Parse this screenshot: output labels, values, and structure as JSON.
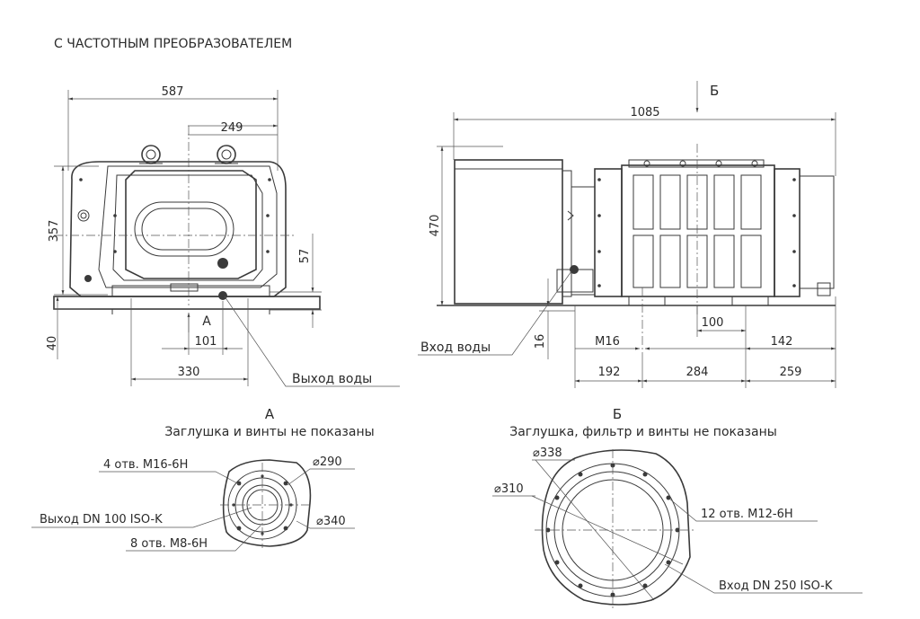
{
  "header": "С ЧАСТОТНЫМ ПРЕОБРАЗОВАТЕЛЕМ",
  "left_view": {
    "dim_width": "587",
    "dim_249": "249",
    "dim_height": "357",
    "dim_57": "57",
    "dim_40": "40",
    "dim_101": "101",
    "dim_330": "330",
    "label_A": "А",
    "water_out": "Выход воды"
  },
  "right_view": {
    "arrow_B": "Б",
    "dim_length": "1085",
    "dim_height": "470",
    "dim_16": "16",
    "thread": "М16",
    "dim_100": "100",
    "dim_142": "142",
    "dim_192": "192",
    "dim_284": "284",
    "dim_259": "259",
    "water_in": "Вход воды"
  },
  "section_A": {
    "title": "А",
    "subtitle": "Заглушка и винты не показаны",
    "holes_m16": "4 отв. М16-6Н",
    "dia_290": "⌀290",
    "outlet": "Выход DN 100 ISO-K",
    "dia_340": "⌀340",
    "holes_m8": "8 отв. М8-6Н"
  },
  "section_B": {
    "title": "Б",
    "subtitle": "Заглушка, фильтр и винты не показаны",
    "dia_338": "⌀338",
    "dia_310": "⌀310",
    "holes_m12": "12 отв. М12-6Н",
    "inlet": "Вход DN 250 ISO-K"
  }
}
